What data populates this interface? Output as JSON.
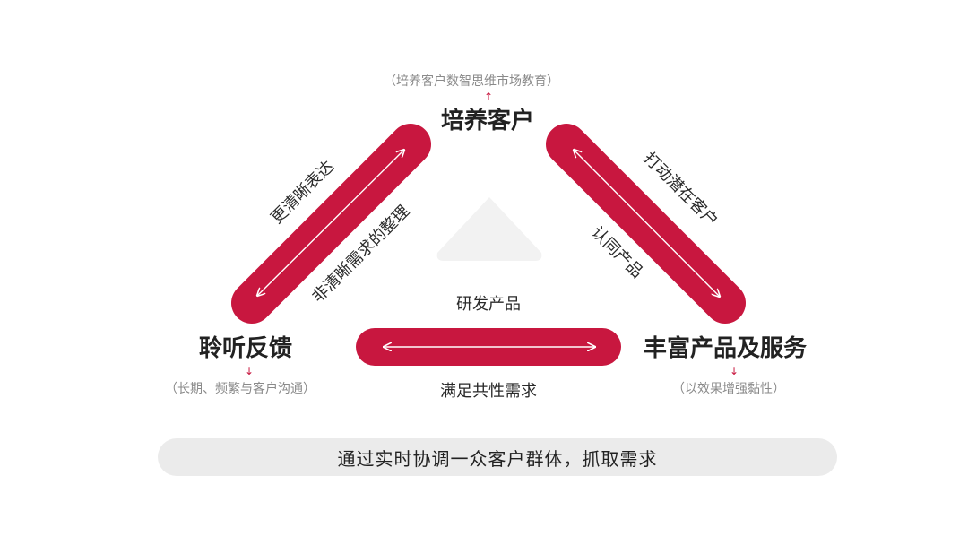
{
  "diagram": {
    "nodes": {
      "top": {
        "title": "培养客户",
        "note": "（培养客户数智思维市场教育）",
        "marker": "↑"
      },
      "left": {
        "title": "聆听反馈",
        "note": "（长期、频繁与客户沟通）",
        "marker": "↓"
      },
      "right": {
        "title": "丰富产品及服务",
        "note": "（以效果增强黏性）",
        "marker": "↓"
      }
    },
    "edges": {
      "left_outer": "更清晰表达",
      "left_inner": "非清晰需求的整理",
      "right_outer": "打动潜在客户",
      "right_inner": "认同产品",
      "bottom_top": "研发产品",
      "bottom_below": "满足共性需求"
    },
    "footer": "通过实时协调一众客户群体，抓取需求"
  },
  "colors": {
    "accent": "#c8173f",
    "arrow": "#ffffff",
    "center_triangle": "#f2f2f2",
    "bar_bg": "#ebebeb",
    "note_text": "#8a8a8a"
  }
}
